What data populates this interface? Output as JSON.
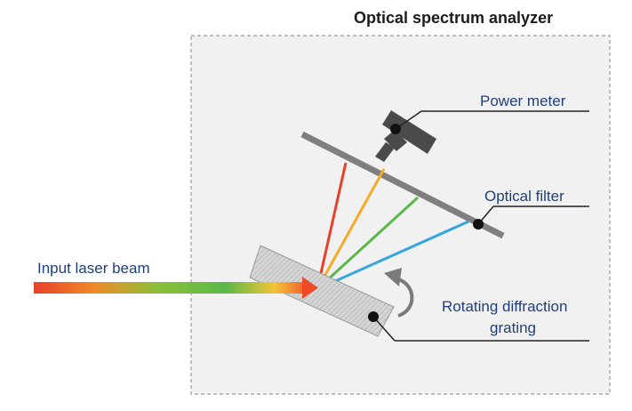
{
  "title": "Optical spectrum analyzer",
  "labels": {
    "power_meter": "Power meter",
    "optical_filter": "Optical filter",
    "input_beam": "Input laser beam",
    "grating_line1": "Rotating diffraction",
    "grating_line2": "grating"
  },
  "colors": {
    "title_text": "#1c1c1c",
    "label_text": "#1f3f7a",
    "box_fill": "#f1f1f1",
    "box_border": "#9a9a9a",
    "filter": "#7f7f7f",
    "meter": "#4a4a4a",
    "beam_red": "#e8412a",
    "beam_orange": "#f7a928",
    "beam_green": "#5bb848",
    "beam_blue": "#35a6df"
  }
}
